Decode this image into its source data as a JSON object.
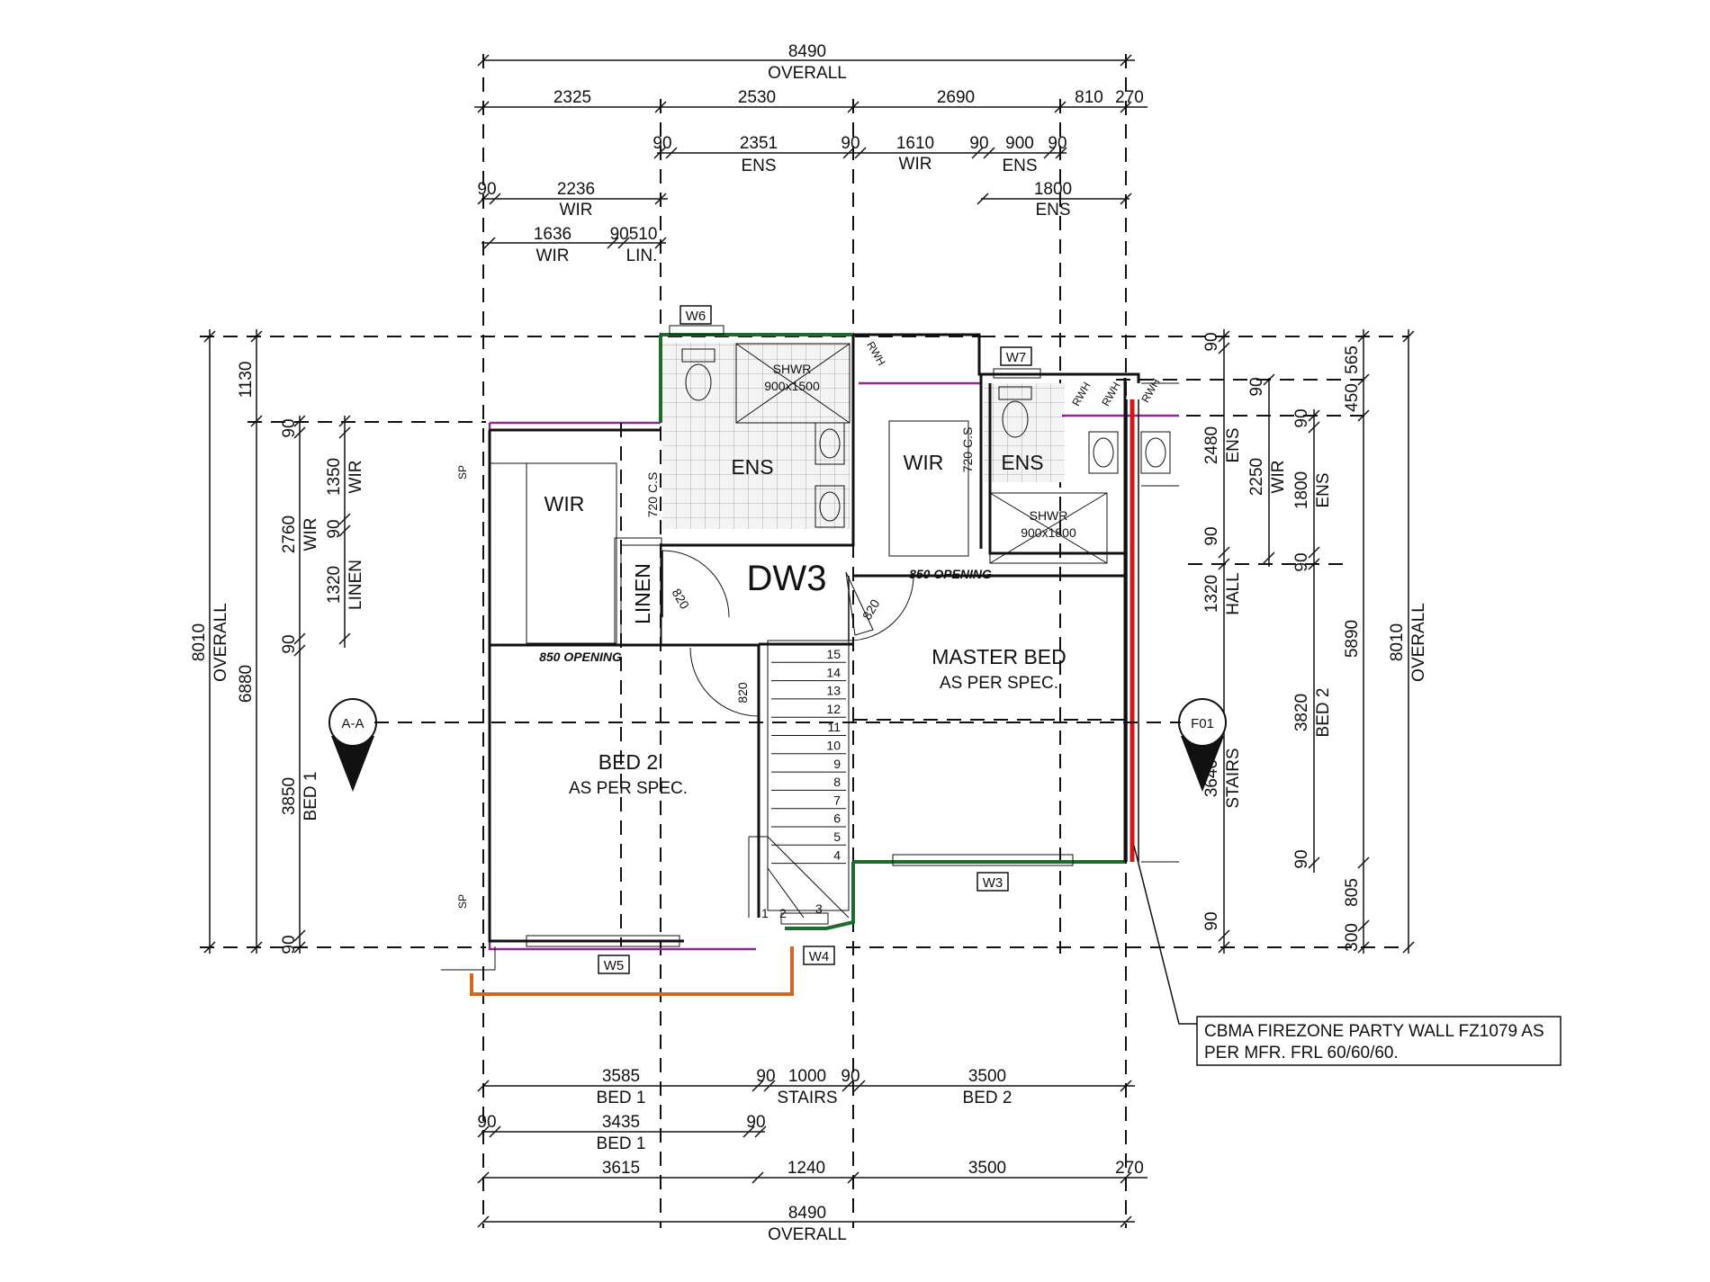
{
  "colors": {
    "ink": "#111111",
    "external_wall": "#1e6b2c",
    "internal_wall": "#8b2a8b",
    "balcony": "#d2691e",
    "party_wall": "#d01818",
    "tile_grid": "#9a9a9a"
  },
  "top_dims": {
    "overall_value": "8490",
    "overall_label": "OVERALL",
    "row1": [
      "2325",
      "2530",
      "2690",
      "810",
      "270"
    ],
    "row2": {
      "t90a": "90",
      "ens1": "2351",
      "ens1_label": "ENS",
      "t90b": "90",
      "wir": "1610",
      "wir_label": "WIR",
      "t90c": "90",
      "ens2": "900",
      "ens2_label": "ENS",
      "t90d": "90"
    },
    "row3": {
      "t90": "90",
      "wir": "2236",
      "wir_label": "WIR",
      "ens": "1800",
      "ens_label": "ENS"
    },
    "row4": {
      "wir": "1636",
      "wir_label": "WIR",
      "lin": "90510",
      "lin_label": "LIN."
    }
  },
  "bottom_dims": {
    "row1": {
      "bed1": "3585",
      "bed1_label": "BED 1",
      "t90a": "90",
      "stairs": "1000",
      "stairs_label": "STAIRS",
      "t90b": "90",
      "bed2": "3500",
      "bed2_label": "BED 2"
    },
    "row2": {
      "t90a": "90",
      "bed1": "3435",
      "bed1_label": "BED 1",
      "t90b": "90"
    },
    "row3": [
      "3615",
      "1240",
      "3500",
      "270"
    ],
    "overall_value": "8490",
    "overall_label": "OVERALL"
  },
  "left_dims": {
    "overall_value": "8010",
    "overall_label": "OVERALL",
    "v1130": "1130",
    "v6880": "6880",
    "v2760": "2760",
    "wir_label": "WIR",
    "v3850": "3850",
    "bed1_label": "BED 1",
    "v1350": "1350",
    "v1320": "1320",
    "linen_label": "LINEN",
    "t90": "90"
  },
  "right_dims": {
    "overall_value": "8010",
    "overall_label": "OVERALL",
    "v565": "565",
    "v450": "450",
    "v5890": "5890",
    "v805": "805",
    "v300": "300",
    "v2480": "2480",
    "ens_label": "ENS",
    "v1320": "1320",
    "hall_label": "HALL",
    "v3640": "3640",
    "stairs_label": "STAIRS",
    "v2250": "2250",
    "wir_label": "WIR",
    "v1800": "1800",
    "v3820": "3820",
    "bed2_label": "BED 2",
    "t90": "90"
  },
  "rooms": {
    "wir_left": "WIR",
    "ens_left": "ENS",
    "wir_right": "WIR",
    "ens_right": "ENS",
    "dw3": "DW3",
    "linen": "LINEN",
    "master_bed": "MASTER BED",
    "master_bed_spec": "AS PER SPEC.",
    "bed2": "BED 2",
    "bed2_spec": "AS PER SPEC."
  },
  "fixtures": {
    "shwr_label": "SHWR",
    "shwr1_size": "900x1500",
    "shwr2_size": "900x1800",
    "cs720": "720 C.S",
    "opening850": "850 OPENING",
    "door820": "820",
    "rwh": "RWH",
    "sp": "SP"
  },
  "windows": [
    "W6",
    "W7",
    "W5",
    "W4",
    "W3"
  ],
  "stair_numbers": [
    "15",
    "14",
    "13",
    "12",
    "11",
    "10",
    "9",
    "8",
    "7",
    "6",
    "5",
    "4",
    "3",
    "2",
    "1"
  ],
  "sections": {
    "aa": "A-A",
    "f01": "F01"
  },
  "note": {
    "line1": "CBMA FIREZONE PARTY WALL FZ1079 AS",
    "line2": "PER MFR. FRL 60/60/60."
  }
}
